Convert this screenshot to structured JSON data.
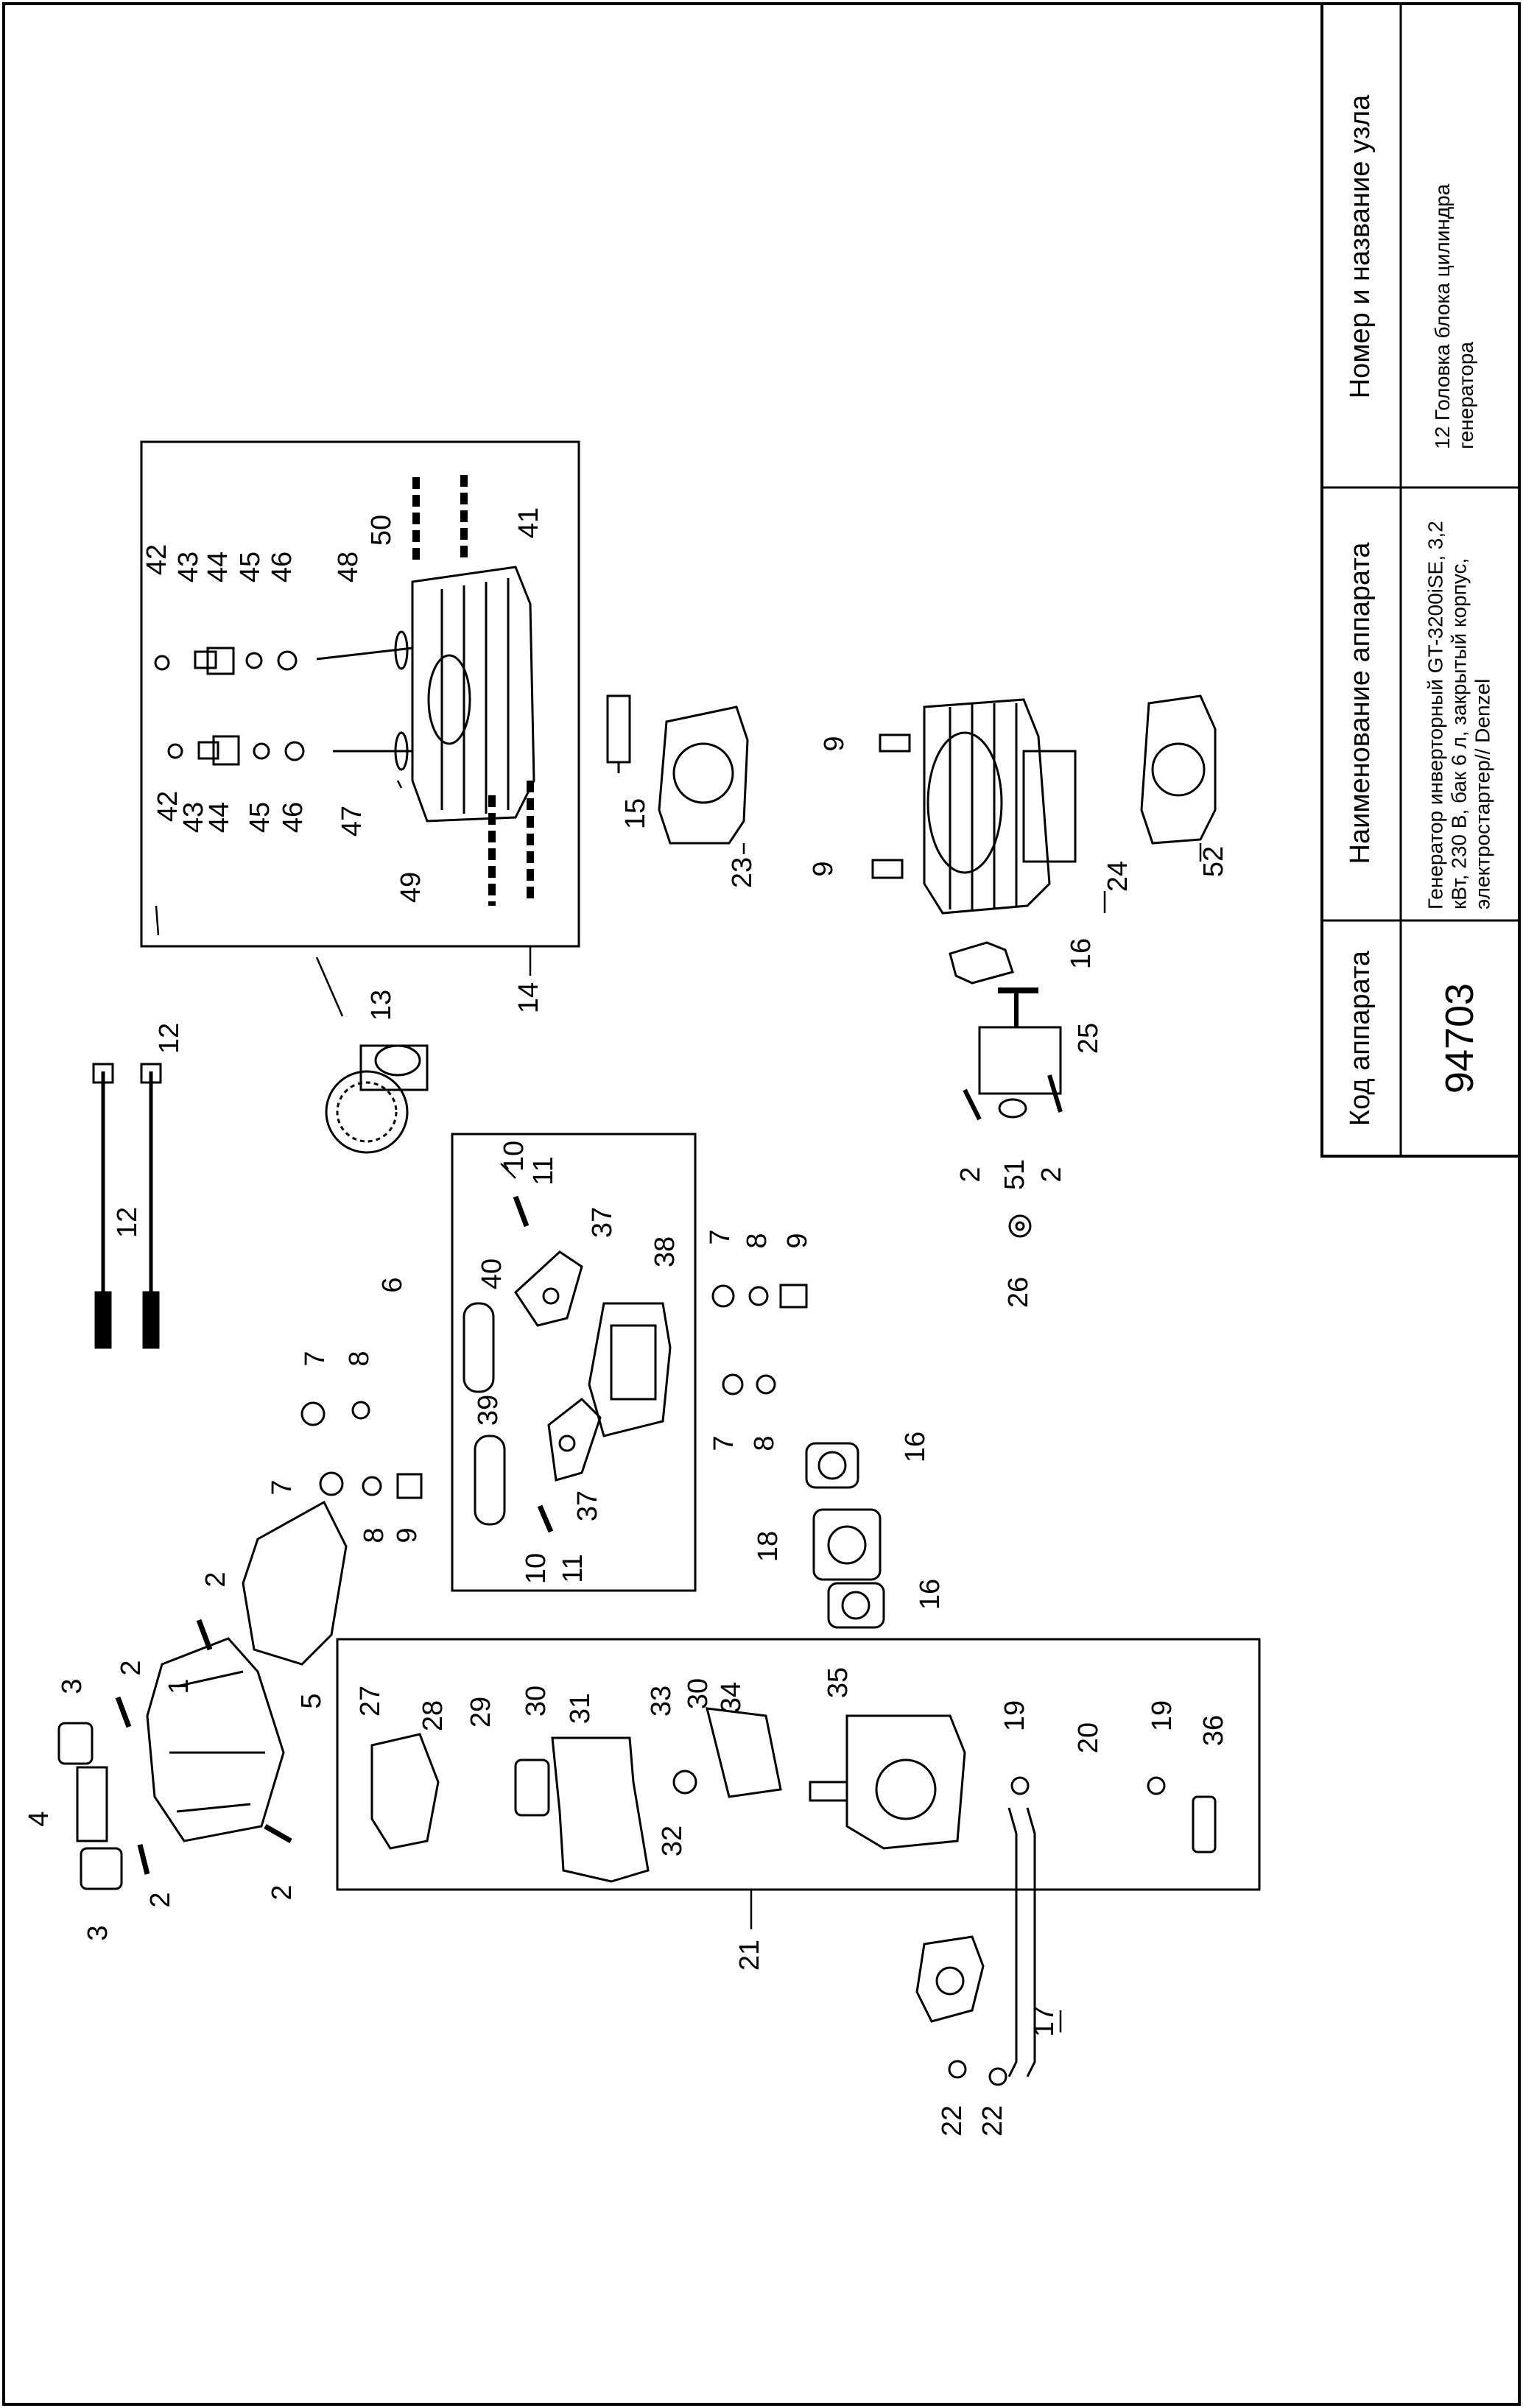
{
  "title_block": {
    "code_header": "Код аппарата",
    "code_value": "94703",
    "name_header": "Наименование аппарата",
    "name_value": "Генератор инверторный GT-3200iSE, 3,2 кВт, 230 В, бак 6 л, закрытый корпус, электростартер// Denzel",
    "unit_header": "Номер и название узла",
    "unit_value": "12 Головка блока цилиндра генератора"
  },
  "callouts": [
    {
      "id": "c12a",
      "text": "12"
    },
    {
      "id": "c12b",
      "text": "12"
    },
    {
      "id": "c13",
      "text": "13"
    },
    {
      "id": "c14",
      "text": "14"
    },
    {
      "id": "c50",
      "text": "50"
    },
    {
      "id": "c41",
      "text": "41"
    },
    {
      "id": "c42a",
      "text": "42"
    },
    {
      "id": "c43a",
      "text": "43"
    },
    {
      "id": "c44a",
      "text": "44"
    },
    {
      "id": "c45a",
      "text": "45"
    },
    {
      "id": "c46a",
      "text": "46"
    },
    {
      "id": "c48",
      "text": "48"
    },
    {
      "id": "c42b",
      "text": "42"
    },
    {
      "id": "c43b",
      "text": "43"
    },
    {
      "id": "c44b",
      "text": "44"
    },
    {
      "id": "c45b",
      "text": "45"
    },
    {
      "id": "c46b",
      "text": "46"
    },
    {
      "id": "c47",
      "text": "47"
    },
    {
      "id": "c49",
      "text": "49"
    },
    {
      "id": "c15",
      "text": "15"
    },
    {
      "id": "c23",
      "text": "23"
    },
    {
      "id": "c9a",
      "text": "9"
    },
    {
      "id": "c9b",
      "text": "9"
    },
    {
      "id": "c24",
      "text": "24"
    },
    {
      "id": "c52",
      "text": "52"
    },
    {
      "id": "c16a",
      "text": "16"
    },
    {
      "id": "c25",
      "text": "25"
    },
    {
      "id": "c2a",
      "text": "2"
    },
    {
      "id": "c51",
      "text": "51"
    },
    {
      "id": "c2b",
      "text": "2"
    },
    {
      "id": "c26",
      "text": "26"
    },
    {
      "id": "c6",
      "text": "6"
    },
    {
      "id": "c10a",
      "text": "10"
    },
    {
      "id": "c11a",
      "text": "11"
    },
    {
      "id": "c37a",
      "text": "37"
    },
    {
      "id": "c38",
      "text": "38"
    },
    {
      "id": "c40",
      "text": "40"
    },
    {
      "id": "c39",
      "text": "39"
    },
    {
      "id": "c37b",
      "text": "37"
    },
    {
      "id": "c10b",
      "text": "10"
    },
    {
      "id": "c11b",
      "text": "11"
    },
    {
      "id": "c7a",
      "text": "7"
    },
    {
      "id": "c8a",
      "text": "8"
    },
    {
      "id": "c9c",
      "text": "9"
    },
    {
      "id": "c7b",
      "text": "7"
    },
    {
      "id": "c8b",
      "text": "8"
    },
    {
      "id": "c16b",
      "text": "16"
    },
    {
      "id": "c18",
      "text": "18"
    },
    {
      "id": "c16c",
      "text": "16"
    },
    {
      "id": "c7c",
      "text": "7"
    },
    {
      "id": "c8c",
      "text": "8"
    },
    {
      "id": "c7d",
      "text": "7"
    },
    {
      "id": "c8d",
      "text": "8"
    },
    {
      "id": "c9d",
      "text": "9"
    },
    {
      "id": "c5",
      "text": "5"
    },
    {
      "id": "c2c",
      "text": "2"
    },
    {
      "id": "c1",
      "text": "1"
    },
    {
      "id": "c2d",
      "text": "2"
    },
    {
      "id": "c3a",
      "text": "3"
    },
    {
      "id": "c4",
      "text": "4"
    },
    {
      "id": "c3b",
      "text": "3"
    },
    {
      "id": "c2e",
      "text": "2"
    },
    {
      "id": "c2f",
      "text": "2"
    },
    {
      "id": "c27",
      "text": "27"
    },
    {
      "id": "c28",
      "text": "28"
    },
    {
      "id": "c29",
      "text": "29"
    },
    {
      "id": "c30a",
      "text": "30"
    },
    {
      "id": "c31",
      "text": "31"
    },
    {
      "id": "c33",
      "text": "33"
    },
    {
      "id": "c30b",
      "text": "30"
    },
    {
      "id": "c34",
      "text": "34"
    },
    {
      "id": "c35",
      "text": "35"
    },
    {
      "id": "c32",
      "text": "32"
    },
    {
      "id": "c19a",
      "text": "19"
    },
    {
      "id": "c20",
      "text": "20"
    },
    {
      "id": "c19b",
      "text": "19"
    },
    {
      "id": "c36",
      "text": "36"
    },
    {
      "id": "c21",
      "text": "21"
    },
    {
      "id": "c17",
      "text": "17"
    },
    {
      "id": "c22a",
      "text": "22"
    },
    {
      "id": "c22b",
      "text": "22"
    }
  ]
}
